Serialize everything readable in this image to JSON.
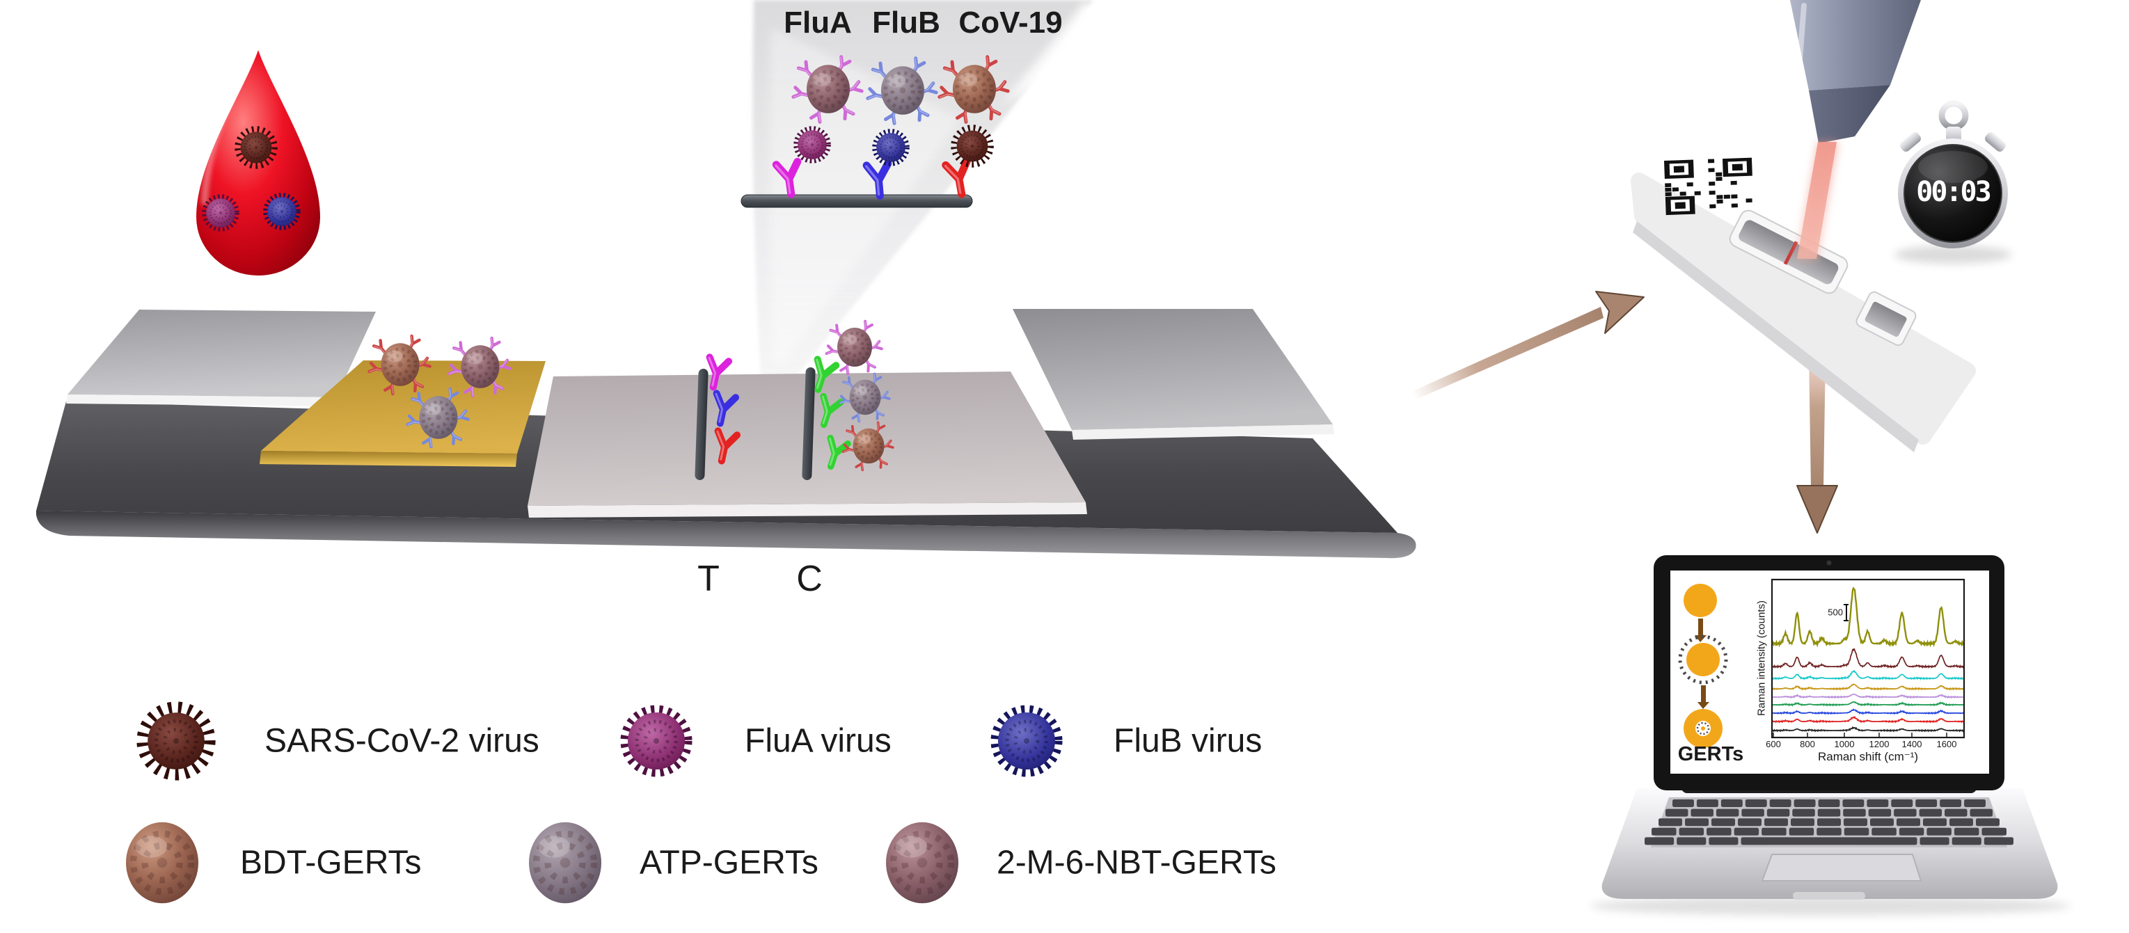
{
  "labels": {
    "fluA": "FluA",
    "fluB": "FluB",
    "cov19": "CoV-19",
    "t_line": "T",
    "c_line": "C",
    "timer": "00:03",
    "gerts": "GERTs"
  },
  "legend": {
    "row1": [
      {
        "icon": "sars-cov-2-virus-icon",
        "label": "SARS-CoV-2 virus"
      },
      {
        "icon": "fluA-virus-icon",
        "label": "FluA virus"
      },
      {
        "icon": "fluB-virus-icon",
        "label": "FluB virus"
      }
    ],
    "row2": [
      {
        "icon": "bdt-gerts-icon",
        "label": "BDT-GERTs"
      },
      {
        "icon": "atp-gerts-icon",
        "label": "ATP-GERTs"
      },
      {
        "icon": "2m6nbt-gerts-icon",
        "label": "2-M-6-NBT-GERTs"
      }
    ]
  },
  "chart_data": {
    "type": "line",
    "title": "",
    "xlabel": "Raman shift (cm⁻¹)",
    "ylabel": "Raman intensity (counts)",
    "x_ticks": [
      600,
      800,
      1000,
      1200,
      1400,
      1600
    ],
    "xlim": [
      590,
      1700
    ],
    "grid": false,
    "legend_position": "none",
    "scale_bar_label": "500",
    "peak_positions_cm1": [
      670,
      737,
      810,
      880,
      1010,
      1064,
      1144,
      1240,
      1342,
      1430,
      1568,
      1650
    ],
    "peak_relative_heights": [
      0.18,
      0.55,
      0.22,
      0.1,
      0.08,
      1.0,
      0.22,
      0.06,
      0.55,
      0.05,
      0.65,
      0.04
    ],
    "series": [
      {
        "name": "spectrum-1",
        "color": "#8f8f0a",
        "amplitude": 1.0,
        "baseline_frac": 0.405
      },
      {
        "name": "spectrum-2",
        "color": "#6e2020",
        "amplitude": 0.31,
        "baseline_frac": 0.551
      },
      {
        "name": "spectrum-3",
        "color": "#19c8c8",
        "amplitude": 0.13,
        "baseline_frac": 0.626
      },
      {
        "name": "spectrum-4",
        "color": "#c89410",
        "amplitude": 0.08,
        "baseline_frac": 0.692
      },
      {
        "name": "spectrum-5",
        "color": "#b98fdb",
        "amplitude": 0.05,
        "baseline_frac": 0.744
      },
      {
        "name": "spectrum-6",
        "color": "#1a9a50",
        "amplitude": 0.05,
        "baseline_frac": 0.793
      },
      {
        "name": "spectrum-7",
        "color": "#2244dd",
        "amplitude": 0.06,
        "baseline_frac": 0.846
      },
      {
        "name": "spectrum-8",
        "color": "#e02020",
        "amplitude": 0.075,
        "baseline_frac": 0.899
      },
      {
        "name": "spectrum-9",
        "color": "#222222",
        "amplitude": 0.05,
        "baseline_frac": 0.956
      }
    ]
  },
  "colors": {
    "blood_drop": "#d40818",
    "gold_conjugate_pad": "#c79a3d",
    "laser_beam": "#f0a79a",
    "workflow_arrow": "#b6937e",
    "antibody_magenta": "#dd22dd",
    "antibody_blue": "#3a2fe0",
    "antibody_red": "#e32222",
    "antibody_green": "#31d331",
    "gert_schematic_gold": "#f2a71b",
    "stopwatch_face": "#0a0a0a"
  }
}
